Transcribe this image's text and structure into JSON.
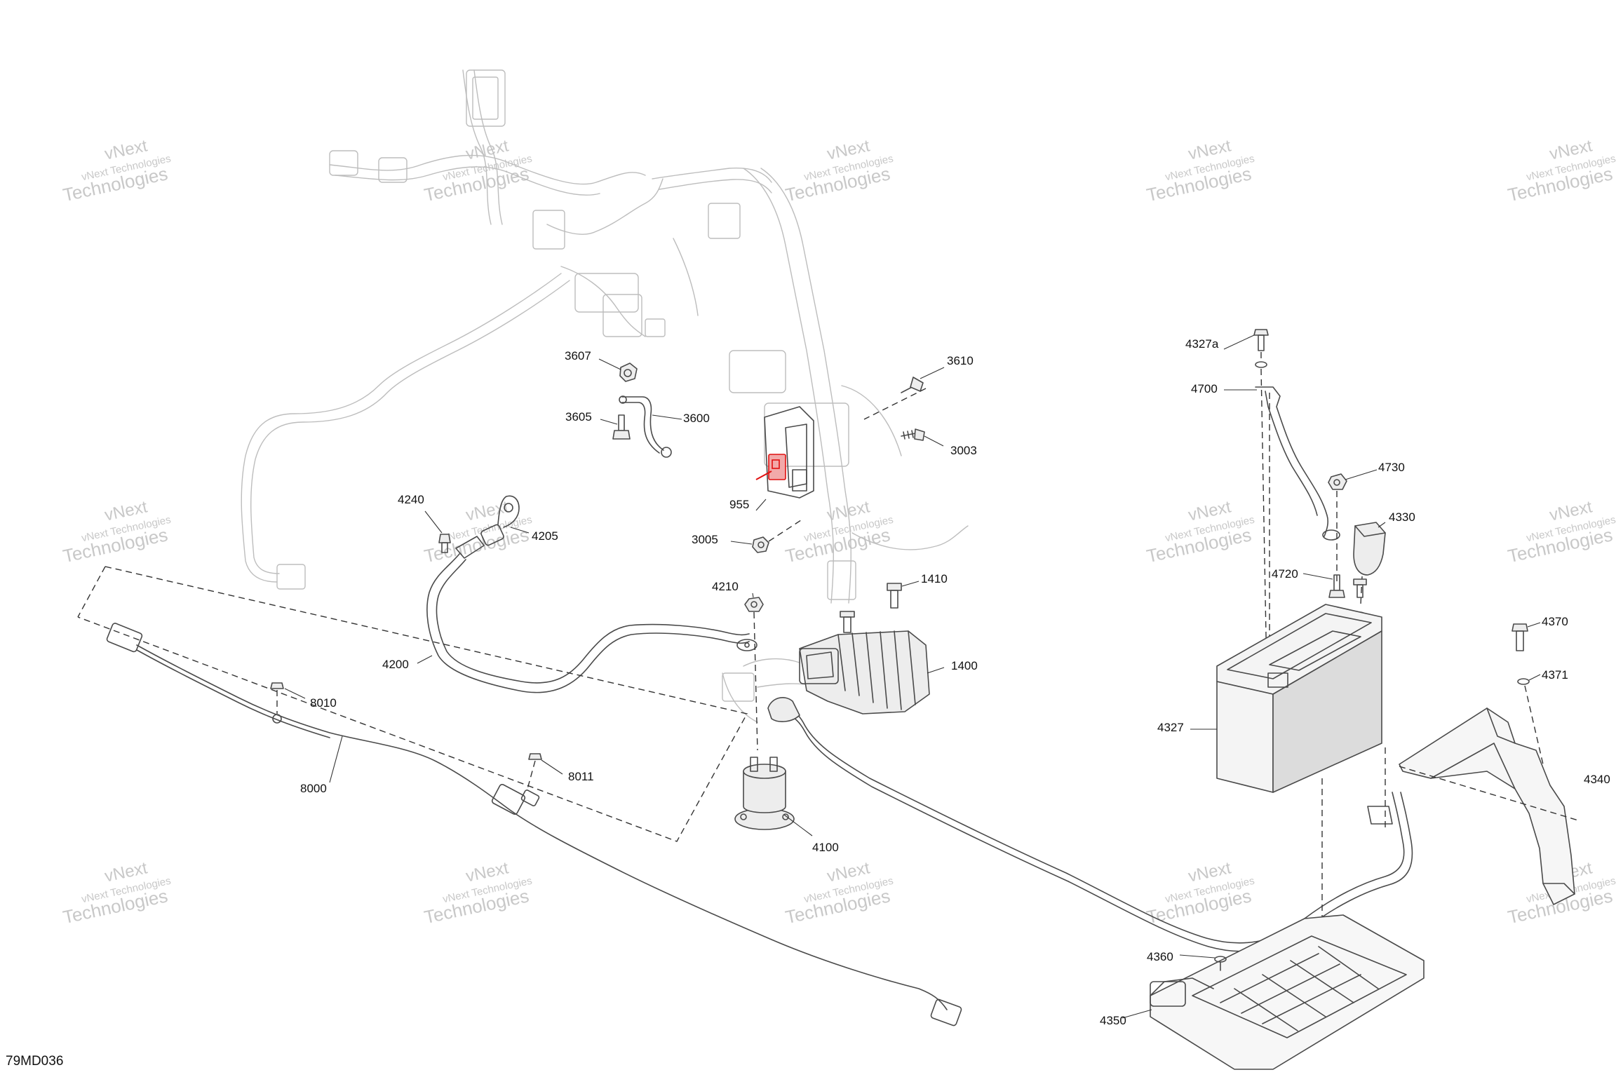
{
  "diagram": {
    "code": "79MD036",
    "highlight_color": "#e01010",
    "watermark": {
      "line1": "vNext Technologies",
      "line2": "vNext",
      "line3": "Technologies"
    },
    "callouts": [
      {
        "id": "3607",
        "label": "3607"
      },
      {
        "id": "3605",
        "label": "3605"
      },
      {
        "id": "3600",
        "label": "3600"
      },
      {
        "id": "3610",
        "label": "3610"
      },
      {
        "id": "3003",
        "label": "3003"
      },
      {
        "id": "955",
        "label": "955"
      },
      {
        "id": "3005",
        "label": "3005"
      },
      {
        "id": "4240",
        "label": "4240"
      },
      {
        "id": "4205",
        "label": "4205"
      },
      {
        "id": "4210",
        "label": "4210"
      },
      {
        "id": "1410",
        "label": "1410"
      },
      {
        "id": "4200",
        "label": "4200"
      },
      {
        "id": "1400",
        "label": "1400"
      },
      {
        "id": "8010",
        "label": "8010"
      },
      {
        "id": "8000",
        "label": "8000"
      },
      {
        "id": "8011",
        "label": "8011"
      },
      {
        "id": "4100",
        "label": "4100"
      },
      {
        "id": "4327a",
        "label": "4327a"
      },
      {
        "id": "4700",
        "label": "4700"
      },
      {
        "id": "4730",
        "label": "4730"
      },
      {
        "id": "4330",
        "label": "4330"
      },
      {
        "id": "4720",
        "label": "4720"
      },
      {
        "id": "4370",
        "label": "4370"
      },
      {
        "id": "4371",
        "label": "4371"
      },
      {
        "id": "4327",
        "label": "4327"
      },
      {
        "id": "4340",
        "label": "4340"
      },
      {
        "id": "4360",
        "label": "4360"
      },
      {
        "id": "4350",
        "label": "4350"
      }
    ]
  }
}
